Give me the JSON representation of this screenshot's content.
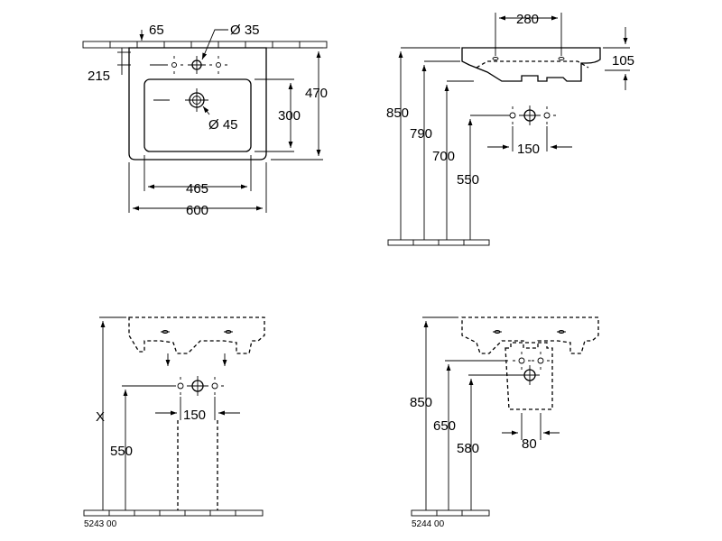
{
  "top_view": {
    "dims": {
      "d65": "65",
      "d215": "215",
      "d35": "Ø 35",
      "d470": "470",
      "d300": "300",
      "d45": "Ø 45",
      "d465": "465",
      "d600": "600"
    }
  },
  "side_view": {
    "dims": {
      "d280": "280",
      "d105": "105",
      "d850": "850",
      "d790": "790",
      "d700": "700",
      "d550": "550",
      "d150": "150"
    }
  },
  "variant_5243": {
    "label": "5243 00",
    "dims": {
      "x": "X",
      "d550": "550",
      "d150": "150"
    }
  },
  "variant_5244": {
    "label": "5244 00",
    "dims": {
      "d850": "850",
      "d650": "650",
      "d580": "580",
      "d80": "80"
    }
  }
}
